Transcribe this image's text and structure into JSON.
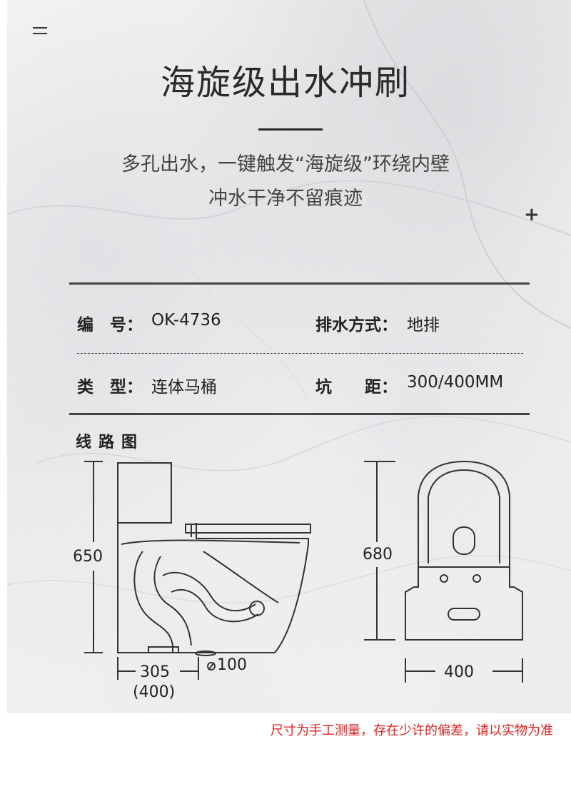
{
  "header": {
    "title": "海旋级出水冲刷",
    "subtitle_line1": "多孔出水，一键触发“海旋级”环绕内壁",
    "subtitle_line2": "冲水干净不留痕迹"
  },
  "specs": {
    "model_label": "编　号：",
    "model_value": "OK-4736",
    "drain_label": "排水方式：",
    "drain_value": "地排",
    "type_label": "类　型：",
    "type_value": "连体马桶",
    "pitch_label": "坑　　距：",
    "pitch_value": "300/400MM"
  },
  "diagram": {
    "section_title": "线路图",
    "side_height": "650",
    "side_pitch": "305",
    "side_pitch_alt": "(400)",
    "drain_diameter": "100",
    "front_height": "680",
    "front_width": "400"
  },
  "footer": {
    "note": "尺寸为手工测量，存在少许的偏差，请以实物为准"
  },
  "icons": {
    "menu": "menu-icon",
    "plus": "plus-icon"
  },
  "colors": {
    "text": "#222222",
    "note": "#e02020",
    "line": "#333333"
  }
}
